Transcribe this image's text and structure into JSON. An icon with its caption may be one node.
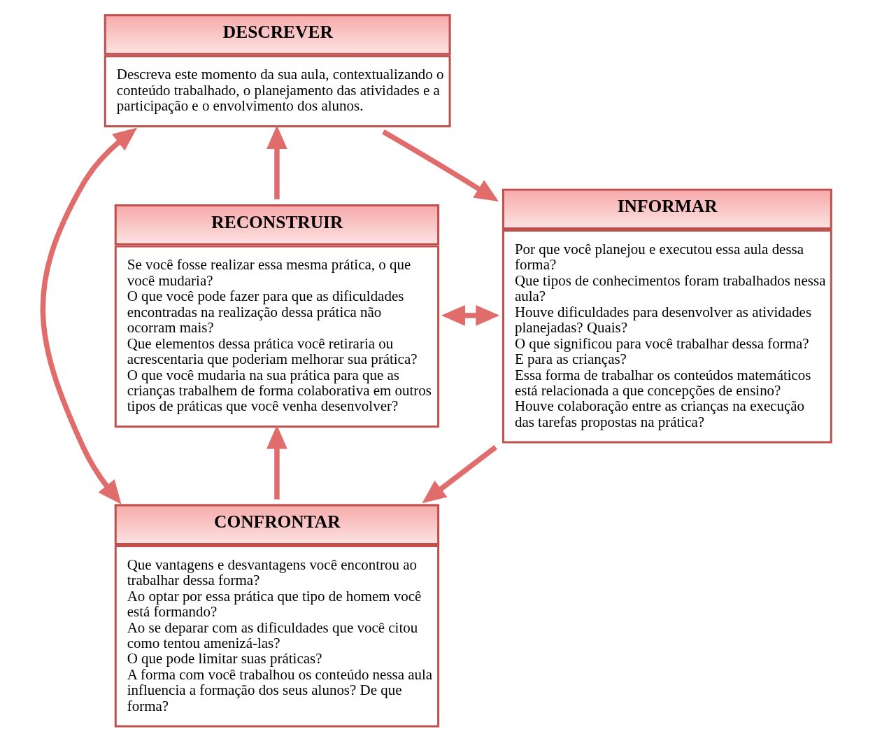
{
  "diagram": {
    "nodes": [
      {
        "text": [
          "DESCREVER",
          "Descreva este momento da sua aula, contextualizando o conteúdo trabalhado, o planejamento das atividades e a participação e o envolvimento dos alunos."
        ]
      },
      {
        "text": [
          "RECONSTRUIR",
          "Se você fosse realizar essa mesma prática, o que você mudaria?",
          "O que você pode fazer para que as dificuldades encontradas na realização dessa prática não ocorram mais?",
          "Que elementos dessa prática você retiraria ou acrescentaria que poderiam melhorar sua prática?",
          "O que você mudaria na sua prática para que as crianças trabalhem de forma colaborativa em outros tipos de práticas que você venha desenvolver?"
        ]
      },
      {
        "text": [
          "INFORMAR",
          "Por que você planejou e executou essa aula dessa forma?",
          "Que tipos de conhecimentos foram trabalhados nessa aula?",
          "Houve dificuldades para desenvolver as atividades planejadas? Quais?",
          "O que significou para você trabalhar dessa forma? E para as crianças?",
          "Essa forma de trabalhar os conteúdos matemáticos está relacionada a que concepções de ensino?",
          "Houve colaboração entre as crianças na execução das tarefas propostas na prática?"
        ]
      },
      {
        "text": [
          "CONFRONTAR",
          "Que vantagens e desvantagens você encontrou ao trabalhar dessa forma?",
          "Ao optar por essa prática que tipo de homem você está formando?",
          "Ao se deparar com as dificuldades que você citou como tentou amenizá-las?",
          "O que pode limitar suas práticas?",
          "A forma com você trabalhou os conteúdo nessa aula influencia a formação dos seus alunos? De que forma?"
        ]
      }
    ],
    "edges": [
      {
        "from": 1,
        "to": 0,
        "arrow": "to"
      },
      {
        "from": 0,
        "to": 2,
        "arrow": "to"
      },
      {
        "from": 2,
        "to": 3,
        "arrow": "to"
      },
      {
        "from": 3,
        "to": 1,
        "arrow": "to"
      },
      {
        "from": 0,
        "to": 3,
        "arrow": "both"
      },
      {
        "from": 1,
        "to": 2,
        "arrow": "both"
      }
    ]
  }
}
